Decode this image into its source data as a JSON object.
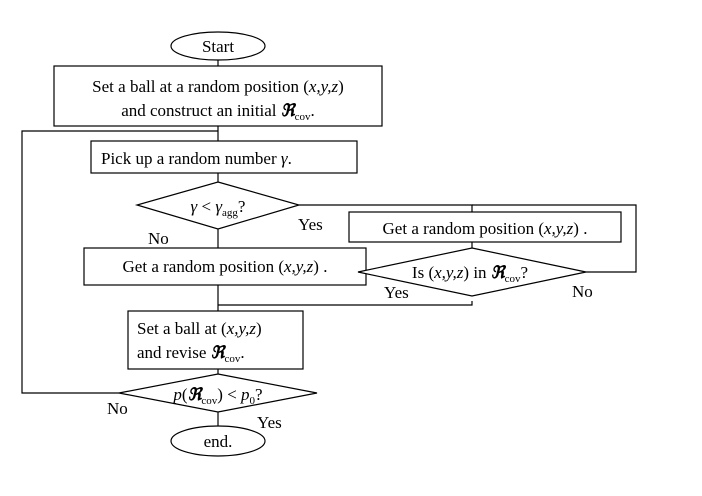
{
  "flowchart": {
    "start": "Start",
    "init": {
      "line1_prefix": "Set a ball at a random position (",
      "vars": "x,y,z",
      "line1_suffix": ")",
      "line2_prefix": "and construct an initial ",
      "symbol": "ℜ",
      "subscript": "cov",
      "line2_suffix": "."
    },
    "pick": {
      "prefix": "Pick up a random number ",
      "var": "γ",
      "suffix": "."
    },
    "decision1": {
      "lhs": "γ",
      "op": " < ",
      "rhs": "γ",
      "rhs_sub": "agg",
      "suffix": "?",
      "yes": "Yes",
      "no": "No"
    },
    "get_left": {
      "prefix": "Get a random position (",
      "vars": "x,y,z",
      "suffix": ") ."
    },
    "get_right": {
      "prefix": "Get a random position (",
      "vars": "x,y,z",
      "suffix": ") ."
    },
    "decision2": {
      "prefix": "Is (",
      "vars": "x,y,z",
      "mid": ") in ",
      "symbol": "ℜ",
      "subscript": "cov",
      "suffix": "?",
      "yes": "Yes",
      "no": "No"
    },
    "set": {
      "line1_prefix": "Set a ball at (",
      "vars": "x,y,z",
      "line1_suffix": ")",
      "line2_prefix": "and revise ",
      "symbol": "ℜ",
      "subscript": "cov",
      "line2_suffix": "."
    },
    "decision3": {
      "p": "p",
      "open": "(",
      "symbol": "ℜ",
      "subscript": "cov",
      "close": ") < ",
      "p0": "p",
      "p0_sub": "0",
      "suffix": "?",
      "yes": "Yes",
      "no": "No"
    },
    "end": "end."
  }
}
